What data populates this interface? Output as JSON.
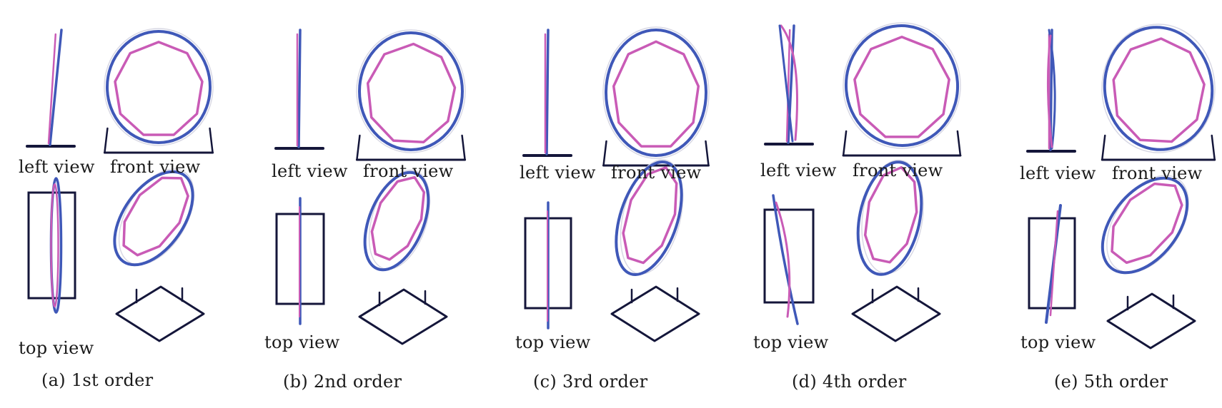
{
  "colors": {
    "structure": "#14163a",
    "mode_shape": "#3f58b8",
    "undeformed": "#c95bb6",
    "faint": "#d8d8e4"
  },
  "panels": [
    {
      "caption": "(a) 1st order",
      "left_view": "left view",
      "front_view": "front view",
      "top_view": "top view"
    },
    {
      "caption": "(b) 2nd order",
      "left_view": "left view",
      "front_view": "front view",
      "top_view": "top view"
    },
    {
      "caption": "(c) 3rd order",
      "left_view": "left view",
      "front_view": "front view",
      "top_view": "top view"
    },
    {
      "caption": "(d) 4th order",
      "left_view": "left view",
      "front_view": "front view",
      "top_view": "top view"
    },
    {
      "caption": "(e) 5th order",
      "left_view": "left view",
      "front_view": "front view",
      "top_view": "top view"
    }
  ]
}
